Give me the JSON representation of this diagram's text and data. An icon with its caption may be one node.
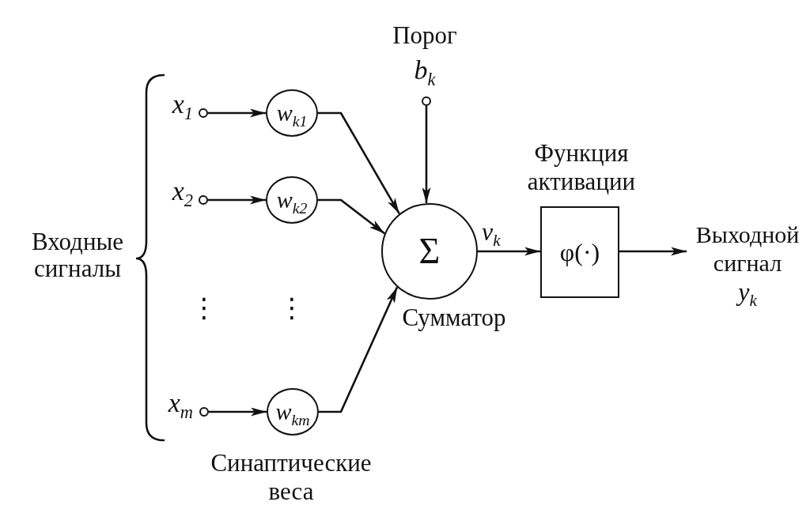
{
  "diagram": {
    "nodes": [
      {
        "text": [],
        "shape": "circle",
        "beside": [
          "x$_{1}$"
        ]
      },
      {
        "text": [
          "w$_{k1}$"
        ]
      },
      {
        "text": [],
        "shape": "circle",
        "beside": [
          "x$_{2}$"
        ]
      },
      {
        "text": [
          "w$_{k2}$"
        ]
      },
      {
        "text": [],
        "shape": "circle",
        "beside": [
          "x$_{m}$"
        ]
      },
      {
        "text": [
          "w$_{km}$"
        ]
      },
      {
        "text": [],
        "shape": "circle",
        "beside": [
          "Порог",
          "b$_{k}$"
        ]
      },
      {
        "text": [
          "Σ"
        ],
        "beside": [
          "Сумматор"
        ]
      },
      {
        "text": [
          "φ(·)"
        ],
        "beside": [
          "Функция активации"
        ]
      },
      {
        "text": [
          "Выходной сигнал",
          "y$_{k}$"
        ]
      }
    ],
    "edges": [
      {
        "from": 0,
        "to": 1,
        "arrow": "to"
      },
      {
        "from": 2,
        "to": 3,
        "arrow": "to"
      },
      {
        "from": 4,
        "to": 5,
        "arrow": "to"
      },
      {
        "from": 1,
        "to": 7,
        "arrow": "to"
      },
      {
        "from": 3,
        "to": 7,
        "arrow": "to"
      },
      {
        "from": 5,
        "to": 7,
        "arrow": "to"
      },
      {
        "from": 6,
        "to": 7,
        "arrow": "to"
      },
      {
        "from": 7,
        "to": 8,
        "arrow": "to",
        "label": "v$_{k}$"
      },
      {
        "from": 8,
        "to": 9,
        "arrow": "to"
      }
    ],
    "labels": [
      "Входные сигналы",
      "⋮",
      "⋮",
      "Синаптические веса"
    ]
  }
}
